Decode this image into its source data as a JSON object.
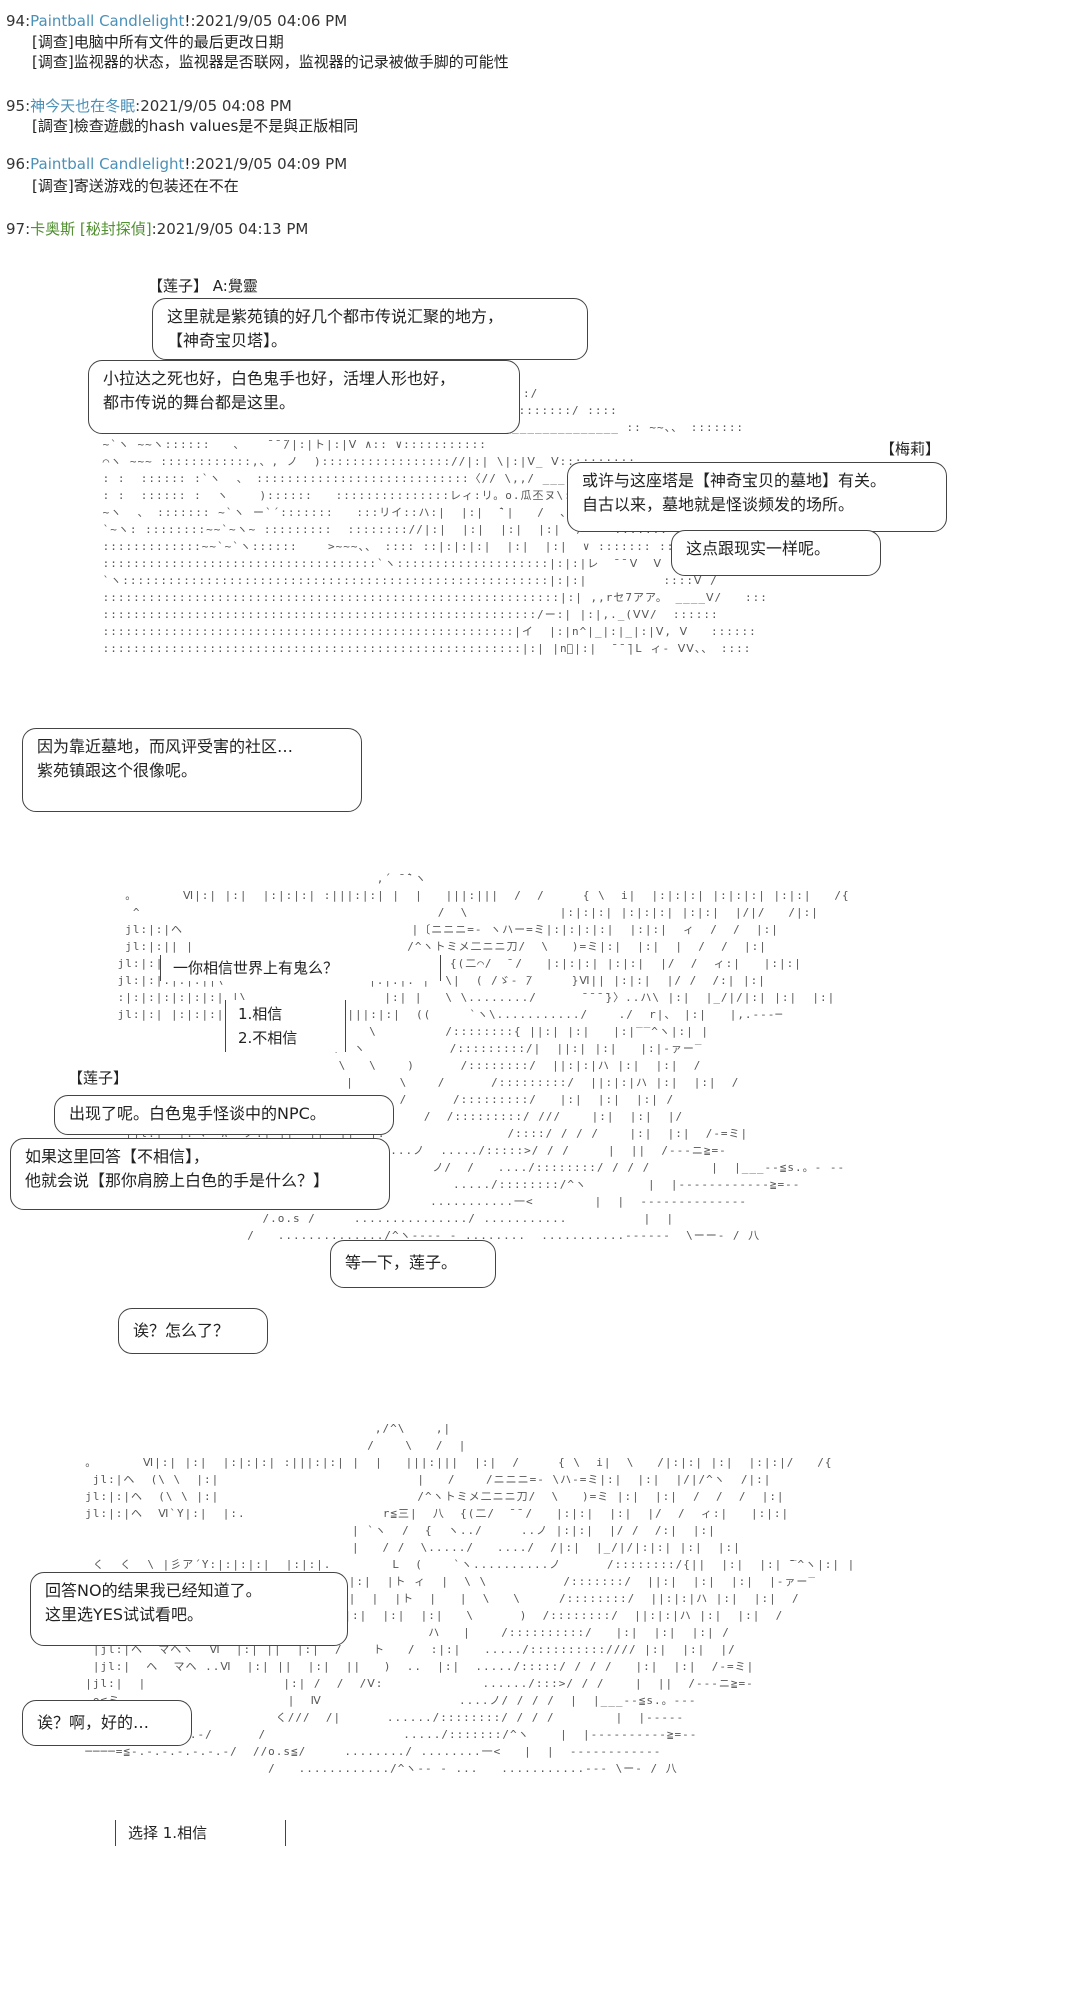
{
  "posts": [
    {
      "num": "94:",
      "name": "Paintball Candlelight",
      "suffix": "!",
      "time": ":2021/9/05 04:06 PM",
      "lines": [
        "[调查]电脑中所有文件的最后更改日期",
        "[调查]监视器的状态，监视器是否联网，监视器的记录被做手脚的可能性"
      ]
    },
    {
      "num": "95:",
      "name": "神今天也在冬眠",
      "suffix": "",
      "time": ":2021/9/05 04:08 PM",
      "lines": [
        "[調查]檢查遊戲的hash values是不是與正版相同"
      ]
    },
    {
      "num": "96:",
      "name": "Paintball Candlelight",
      "suffix": "!",
      "time": ":2021/9/05 04:09 PM",
      "lines": [
        "[调查]寄送游戏的包装还在不在"
      ]
    },
    {
      "num": "97:",
      "name": "卡奥斯 [秘封探偵]",
      "suffix": "",
      "time": ":2021/9/05 04:13 PM",
      "lines": []
    }
  ],
  "panel1": {
    "speaker_top": "【莲子】 A:覺靈",
    "speaker_right": "【梅莉】",
    "b1": [
      "这里就是紫苑镇的好几个都市传说汇聚的地方，",
      "【神奇宝贝塔】。"
    ],
    "b2": [
      "小拉达之死也好，白色鬼手也好，活埋人形也好，",
      "都市传说的舞台都是这里。"
    ],
    "b3": [
      "或许与这座塔是【神奇宝贝的墓地】有关。",
      "自古以来，墓地就是怪谈频发的场所。"
    ],
    "b4": [
      "这点跟现实一样呢。"
    ],
    "b5": [
      "因为靠近墓地，而风评受害的社区…",
      "紫苑镇跟这个很像呢。"
    ]
  },
  "panel2": {
    "question": "一你相信世界上有鬼么？",
    "opt1": "1.相信",
    "opt2": "2.不相信",
    "speaker": "【莲子】",
    "b1": [
      "出现了呢。白色鬼手怪谈中的NPC。"
    ],
    "b2": [
      "如果这里回答【不相信】，",
      "他就会说【那你肩膀上白色的手是什么？】"
    ],
    "b3": [
      "等一下，莲子。"
    ],
    "b4": [
      "诶？怎么了？"
    ]
  },
  "panel3": {
    "b1": [
      "回答NO的结果我已经知道了。",
      "这里选YES试试看吧。"
    ],
    "b2": [
      "诶？啊，好的…"
    ],
    "select": "选择  1.相信"
  }
}
